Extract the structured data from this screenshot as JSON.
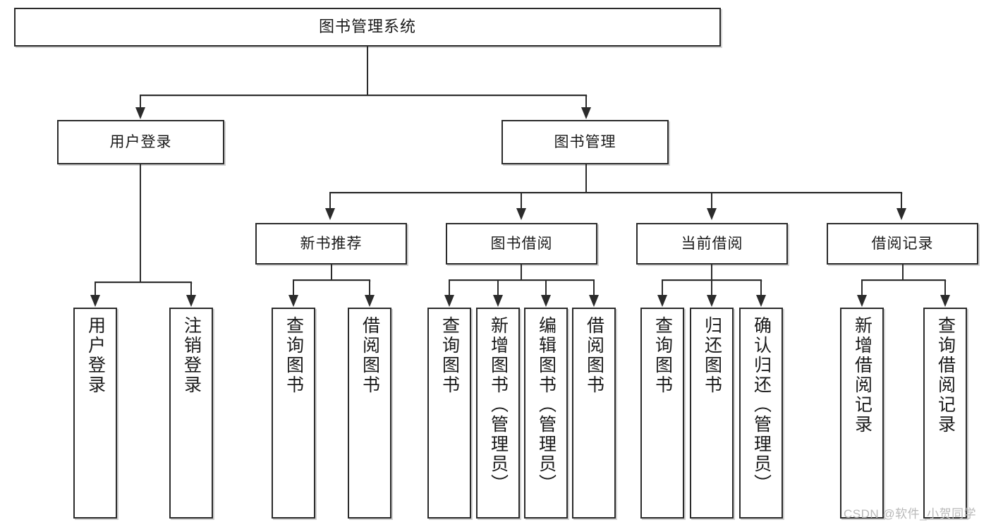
{
  "diagram": {
    "type": "tree-hierarchy",
    "title": "图书管理系统",
    "watermark": "CSDN @软件_小贺同学",
    "orientation": "top-down",
    "levels": 4,
    "colors": {
      "stroke": "#2b2b2b",
      "fill": "#ffffff",
      "text": "#1a1a1a",
      "watermark": "#b9b9b9",
      "background": "#ffffff"
    }
  },
  "nodes": {
    "root": {
      "id": "root",
      "label": "图书管理系统",
      "level": 1
    },
    "level2": [
      {
        "id": "user-login",
        "label": "用户登录",
        "level": 2,
        "parent": "root"
      },
      {
        "id": "book-manage",
        "label": "图书管理",
        "level": 2,
        "parent": "root"
      }
    ],
    "level3": [
      {
        "id": "new-book-recommend",
        "label": "新书推荐",
        "level": 3,
        "parent": "book-manage"
      },
      {
        "id": "book-borrow",
        "label": "图书借阅",
        "level": 3,
        "parent": "book-manage"
      },
      {
        "id": "current-borrow",
        "label": "当前借阅",
        "level": 3,
        "parent": "book-manage"
      },
      {
        "id": "borrow-record",
        "label": "借阅记录",
        "level": 3,
        "parent": "book-manage"
      }
    ],
    "leaves": {
      "user_login": [
        {
          "id": "leaf-user-login",
          "label": "用户登录",
          "parent": "user-login"
        },
        {
          "id": "leaf-logout",
          "label": "注销登录",
          "parent": "user-login"
        }
      ],
      "new_book_recommend": [
        {
          "id": "leaf-query-book-1",
          "label": "查询图书",
          "parent": "new-book-recommend"
        },
        {
          "id": "leaf-borrow-book-1",
          "label": "借阅图书",
          "parent": "new-book-recommend"
        }
      ],
      "book_borrow": [
        {
          "id": "leaf-query-book-2",
          "label": "查询图书",
          "parent": "book-borrow"
        },
        {
          "id": "leaf-add-book",
          "label": "新增图书（管理员）",
          "parent": "book-borrow"
        },
        {
          "id": "leaf-edit-book",
          "label": "编辑图书（管理员）",
          "parent": "book-borrow"
        },
        {
          "id": "leaf-borrow-book-2",
          "label": "借阅图书",
          "parent": "book-borrow"
        }
      ],
      "current_borrow": [
        {
          "id": "leaf-query-book-3",
          "label": "查询图书",
          "parent": "current-borrow"
        },
        {
          "id": "leaf-return-book",
          "label": "归还图书",
          "parent": "current-borrow"
        },
        {
          "id": "leaf-confirm-return",
          "label": "确认归还（管理员）",
          "parent": "current-borrow"
        }
      ],
      "borrow_record": [
        {
          "id": "leaf-add-record",
          "label": "新增借阅记录",
          "parent": "borrow-record"
        },
        {
          "id": "leaf-query-record",
          "label": "查询借阅记录",
          "parent": "borrow-record"
        }
      ]
    }
  }
}
